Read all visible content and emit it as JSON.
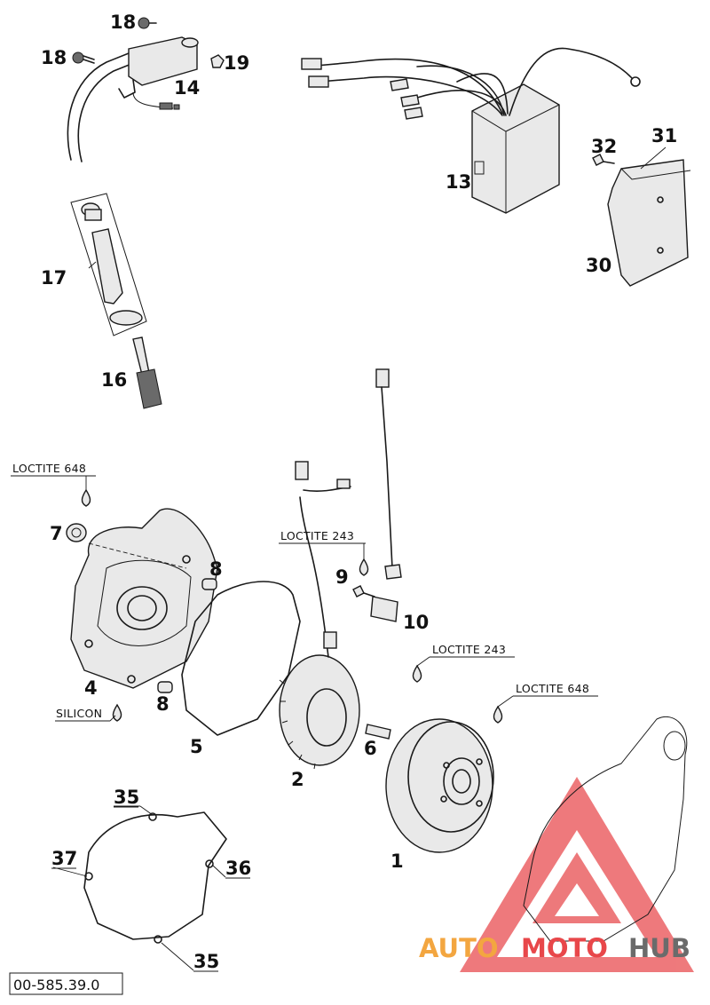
{
  "diagram": {
    "part_numbers": {
      "p1": "1",
      "p2": "2",
      "p4": "4",
      "p5": "5",
      "p6": "6",
      "p7": "7",
      "p8a": "8",
      "p8b": "8",
      "p9": "9",
      "p10": "10",
      "p13": "13",
      "p14": "14",
      "p16": "16",
      "p17": "17",
      "p18a": "18",
      "p18b": "18",
      "p19": "19",
      "p30": "30",
      "p31": "31",
      "p32": "32",
      "p35a": "35",
      "p35b": "35",
      "p36": "36",
      "p37": "37"
    },
    "notes": {
      "loctite648_top": "LOCTITE 648",
      "loctite243_a": "LOCTITE 243",
      "loctite243_b": "LOCTITE 243",
      "loctite648_b": "LOCTITE 648",
      "silicon": "SILICON"
    },
    "drawing_code": "00-585.39.0"
  },
  "watermark": {
    "word_part1": "AUTO",
    "word_part2": "MOTO",
    "word_part3": "HUB",
    "colors": {
      "red": "#e8474a",
      "orange": "#f3a640",
      "gray": "#6b6b6b"
    }
  }
}
